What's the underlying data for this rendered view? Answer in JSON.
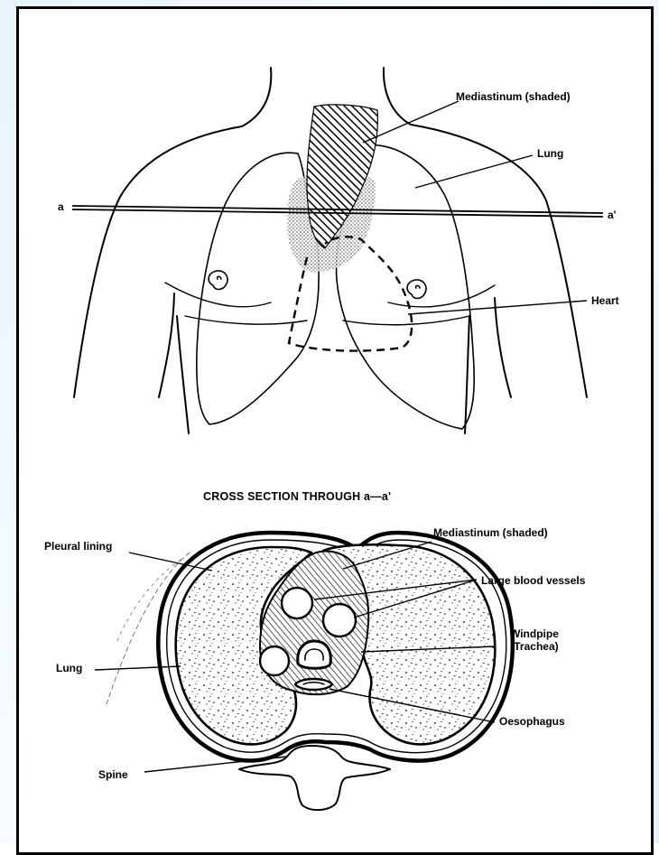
{
  "labels": {
    "mediastinum_top": "Mediastinum (shaded)",
    "lung_top": "Lung",
    "point_a": "a",
    "point_a_prime": "a'",
    "heart": "Heart",
    "section_title": "CROSS SECTION THROUGH a—a'",
    "mediastinum_bottom": "Mediastinum (shaded)",
    "pleural_lining": "Pleural lining",
    "large_blood_vessels": "Large blood vessels",
    "windpipe_line1": "Windpipe",
    "windpipe_line2": "(Trachea)",
    "lung_bottom": "Lung",
    "oesophagus": "Oesophagus",
    "spine": "Spine"
  },
  "colors": {
    "background_wash": "#e6f4fb",
    "frame": "#000000",
    "ink": "#000000"
  }
}
